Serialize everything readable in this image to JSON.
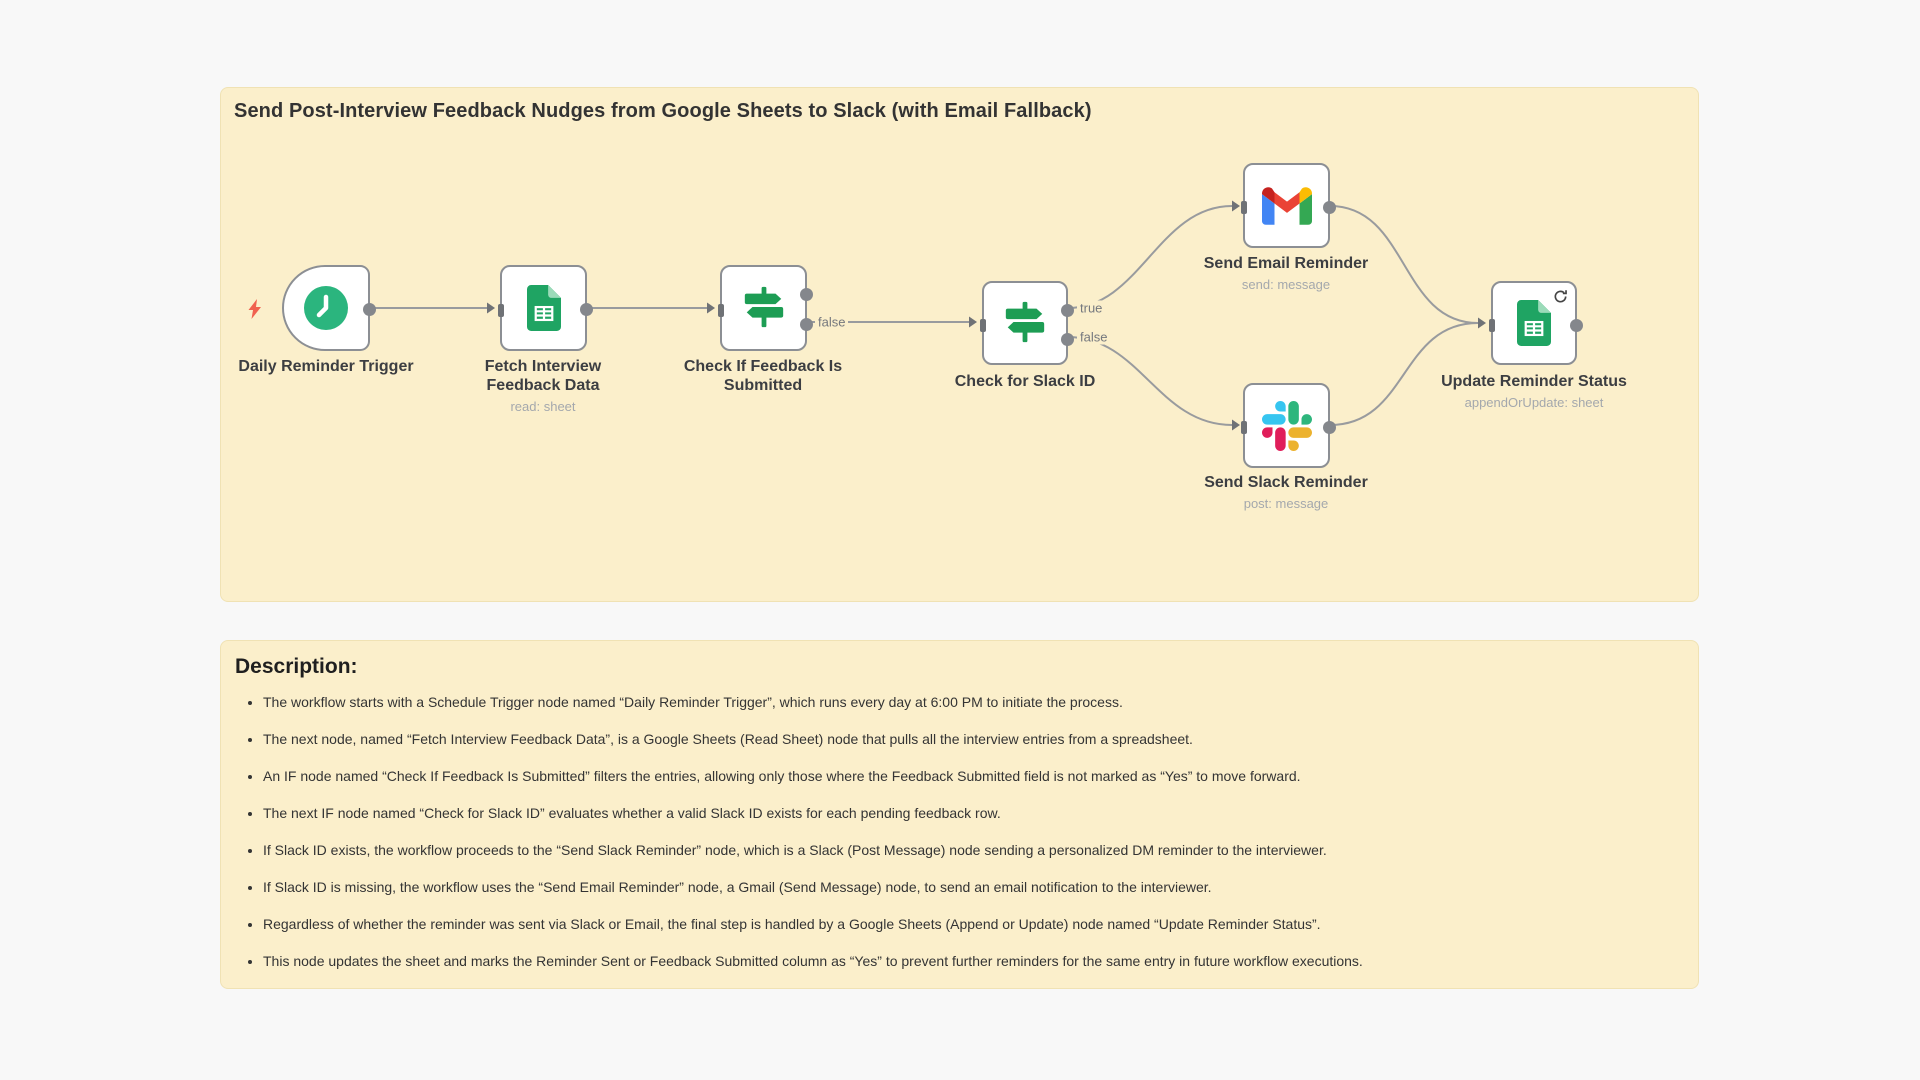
{
  "workflow": {
    "title": "Send Post-Interview Feedback Nudges from Google Sheets to Slack (with Email Fallback)",
    "panel_bg": "#fbefcb",
    "nodes": [
      {
        "name": "Daily Reminder Trigger",
        "subtitle": "",
        "kind": "schedule-trigger"
      },
      {
        "name": "Fetch Interview Feedback Data",
        "subtitle": "read: sheet",
        "kind": "google-sheets"
      },
      {
        "name": "Check If Feedback Is Submitted",
        "subtitle": "",
        "kind": "if"
      },
      {
        "name": "Check for Slack ID",
        "subtitle": "",
        "kind": "if"
      },
      {
        "name": "Send Email Reminder",
        "subtitle": "send: message",
        "kind": "gmail"
      },
      {
        "name": "Send Slack Reminder",
        "subtitle": "post: message",
        "kind": "slack"
      },
      {
        "name": "Update Reminder Status",
        "subtitle": "appendOrUpdate: sheet",
        "kind": "google-sheets"
      }
    ],
    "edge_labels": {
      "feedback_false": "false",
      "slack_true": "true",
      "slack_false": "false"
    },
    "colors": {
      "connector": "#999b9e",
      "port": "#84878c",
      "node_border": "#8c8f94",
      "trigger_green": "#2bb57e",
      "if_green": "#1d9d54",
      "sheets_green": "#1fa463",
      "bolt_red": "#f0614f"
    }
  },
  "description": {
    "heading": "Description:",
    "bullets": [
      "The workflow starts with a Schedule Trigger node named “Daily Reminder Trigger”, which runs every day at 6:00 PM to initiate the process.",
      "The next node, named “Fetch Interview Feedback Data”, is a Google Sheets (Read Sheet) node that pulls all the interview entries from a spreadsheet.",
      "An IF node named “Check If Feedback Is Submitted” filters the entries, allowing only those where the Feedback Submitted field is not marked as “Yes” to move forward.",
      "The next IF node named “Check for Slack ID” evaluates whether a valid Slack ID exists for each pending feedback row.",
      "If Slack ID exists, the workflow proceeds to the “Send Slack Reminder” node, which is a Slack (Post Message) node sending a personalized DM reminder to the interviewer.",
      "If Slack ID is missing, the workflow uses the “Send Email Reminder” node, a Gmail (Send Message) node, to send an email notification to the interviewer.",
      "Regardless of whether the reminder was sent via Slack or Email, the final step is handled by a Google Sheets (Append or Update) node named “Update Reminder Status”.",
      "This node updates the sheet and marks the Reminder Sent or Feedback Submitted column as “Yes” to prevent further reminders for the same entry in future workflow executions."
    ]
  }
}
